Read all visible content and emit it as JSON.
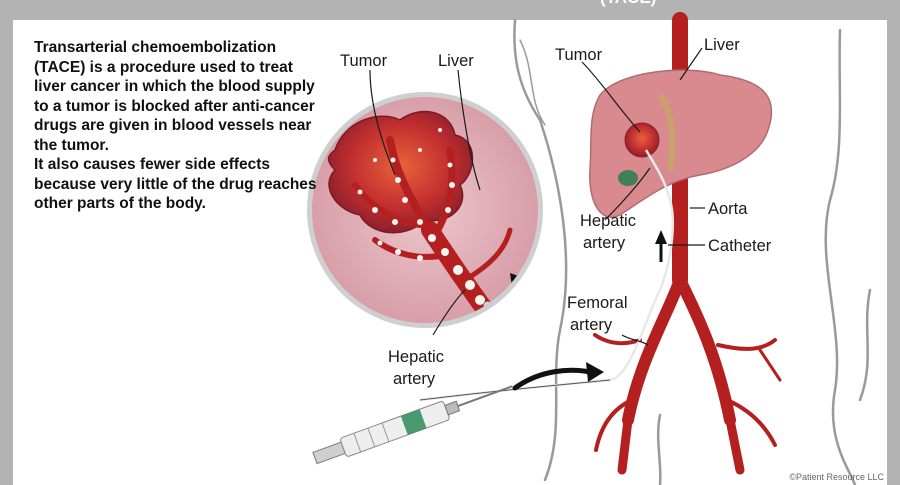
{
  "header": {
    "title_fragment": "(TACE)"
  },
  "intro": {
    "paragraph1": "Transarterial chemoembolization (TACE) is a procedure used to treat liver cancer in which the blood supply to a tumor is blocked after anti-cancer drugs are given in blood vessels near the tumor.",
    "paragraph2": "It also causes fewer side effects because very little of the drug reaches other parts of the body."
  },
  "labels": {
    "inset_tumor": "Tumor",
    "inset_liver": "Liver",
    "inset_hepatic_line1": "Hepatic",
    "inset_hepatic_line2": "artery",
    "body_tumor": "Tumor",
    "body_liver": "Liver",
    "body_hepatic_line1": "Hepatic",
    "body_hepatic_line2": "artery",
    "aorta": "Aorta",
    "catheter": "Catheter",
    "femoral_line1": "Femoral",
    "femoral_line2": "artery"
  },
  "copyright": "©Patient Resource LLC",
  "colors": {
    "border": "#b3b3b3",
    "artery": "#b3201f",
    "liver": "#d98a8f",
    "tumor": "#c0392b",
    "inset_bg": "#e3b7bf"
  }
}
